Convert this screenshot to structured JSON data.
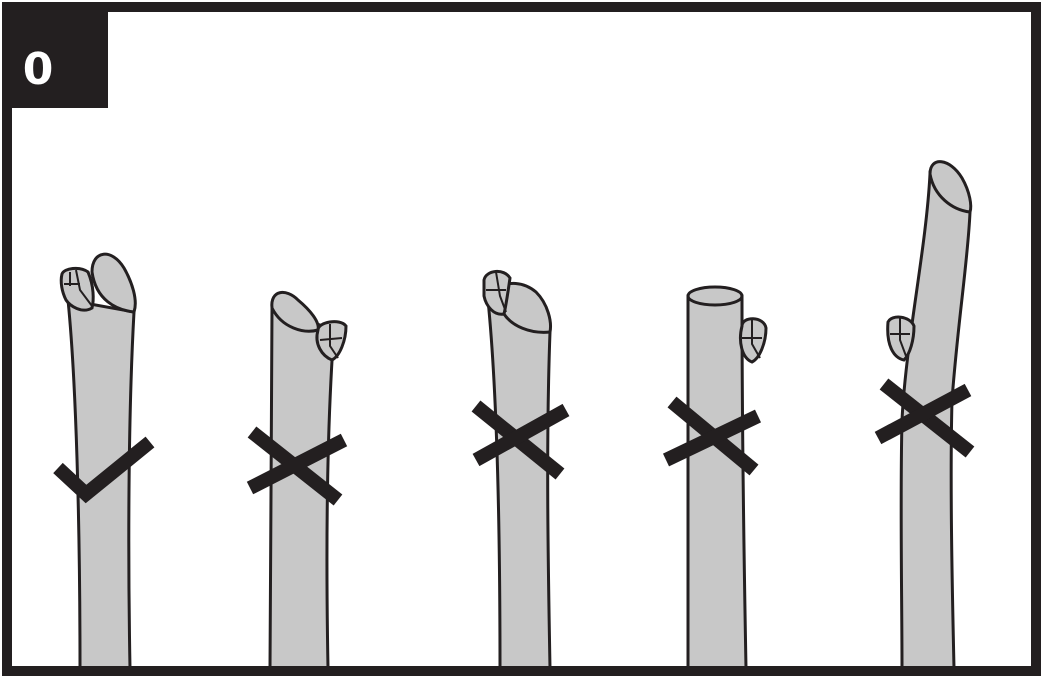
{
  "step_badge": {
    "label": "0"
  },
  "colors": {
    "frame": "#231f20",
    "stem_fill": "#c8c8c8",
    "outline": "#231f20",
    "mark": "#231f20",
    "background": "#ffffff"
  },
  "stems": [
    {
      "name": "stem-correct-cut",
      "mark": "checkmark-icon",
      "verdict": "correct"
    },
    {
      "name": "stem-wrong-angle",
      "mark": "cross-icon",
      "verdict": "incorrect"
    },
    {
      "name": "stem-too-close",
      "mark": "cross-icon",
      "verdict": "incorrect"
    },
    {
      "name": "stem-flat-cut",
      "mark": "cross-icon",
      "verdict": "incorrect"
    },
    {
      "name": "stem-too-long",
      "mark": "cross-icon",
      "verdict": "incorrect"
    }
  ]
}
